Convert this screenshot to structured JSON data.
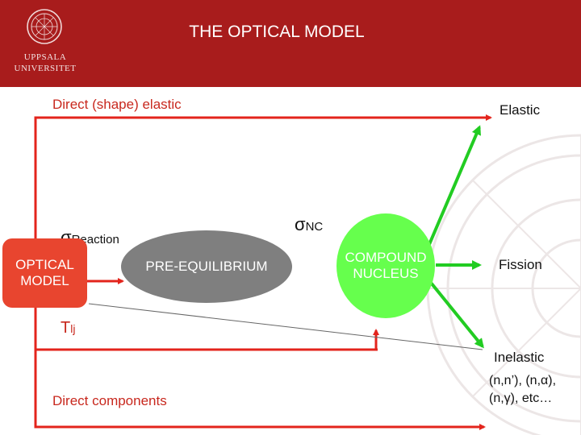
{
  "header": {
    "title": "THE OPTICAL MODEL",
    "logo_line1": "UPPSALA",
    "logo_line2": "UNIVERSITET",
    "background_color": "#a81c1c"
  },
  "diagram": {
    "direct_elastic": "Direct (shape) elastic",
    "elastic": "Elastic",
    "sigma_reaction": {
      "symbol": "σ",
      "subscript": "Reaction"
    },
    "sigma_nc": {
      "symbol": "σ",
      "subscript": "NC"
    },
    "optical_model": {
      "line1": "OPTICAL",
      "line2": "MODEL"
    },
    "pre_equilibrium": "PRE-EQUILIBRIUM",
    "compound_nucleus": {
      "line1": "COMPOUND",
      "line2": "NUCLEUS"
    },
    "fission": "Fission",
    "t_lj": {
      "symbol": "T",
      "subscript": "lj"
    },
    "inelastic": "Inelastic",
    "channels_line1": "(n,n’), (n,α),",
    "channels_line2": "(n,γ), etc…",
    "direct_components": "Direct components",
    "colors": {
      "red_arrow": "#e3241c",
      "green_arrow": "#22cc22",
      "optical_fill": "#e8452f",
      "pre_equilibrium_fill": "#7f7f7f",
      "compound_fill": "#66ff4d"
    }
  }
}
